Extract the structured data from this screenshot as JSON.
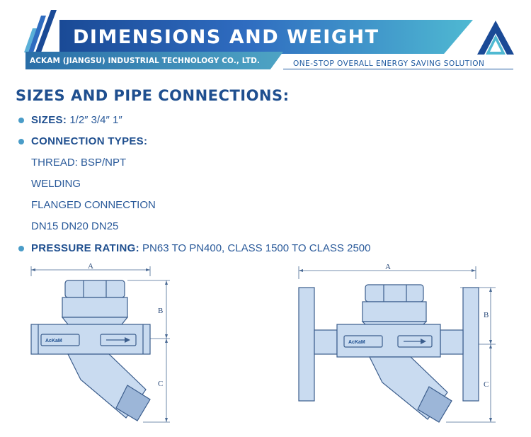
{
  "banner": {
    "title": "DIMENSIONS AND WEIGHT",
    "company": "ACKAM (JIANGSU) INDUSTRIAL TECHNOLOGY CO., LTD.",
    "tagline": "ONE-STOP OVERALL ENERGY SAVING SOLUTION"
  },
  "section": {
    "heading": "SIZES AND PIPE CONNECTIONS:",
    "sizes_label": "SIZES:",
    "sizes_value": "1/2″  3/4″  1″",
    "connection_label": "CONNECTION TYPES:",
    "connections": [
      "THREAD: BSP/NPT",
      "WELDING",
      "FLANGED CONNECTION",
      "DN15 DN20 DN25"
    ],
    "pressure_label": "PRESSURE RATING:",
    "pressure_value": "PN63 TO PN400, CLASS 1500 TO CLASS 2500"
  },
  "drawings": {
    "dim_a": "A",
    "dim_b": "B",
    "dim_c": "C",
    "badge_text": "AcKaM"
  },
  "colors": {
    "primary": "#1f4f8f",
    "banner_start": "#1a4a96",
    "banner_end": "#4fb9d2",
    "bullet": "#4a9cc8"
  }
}
